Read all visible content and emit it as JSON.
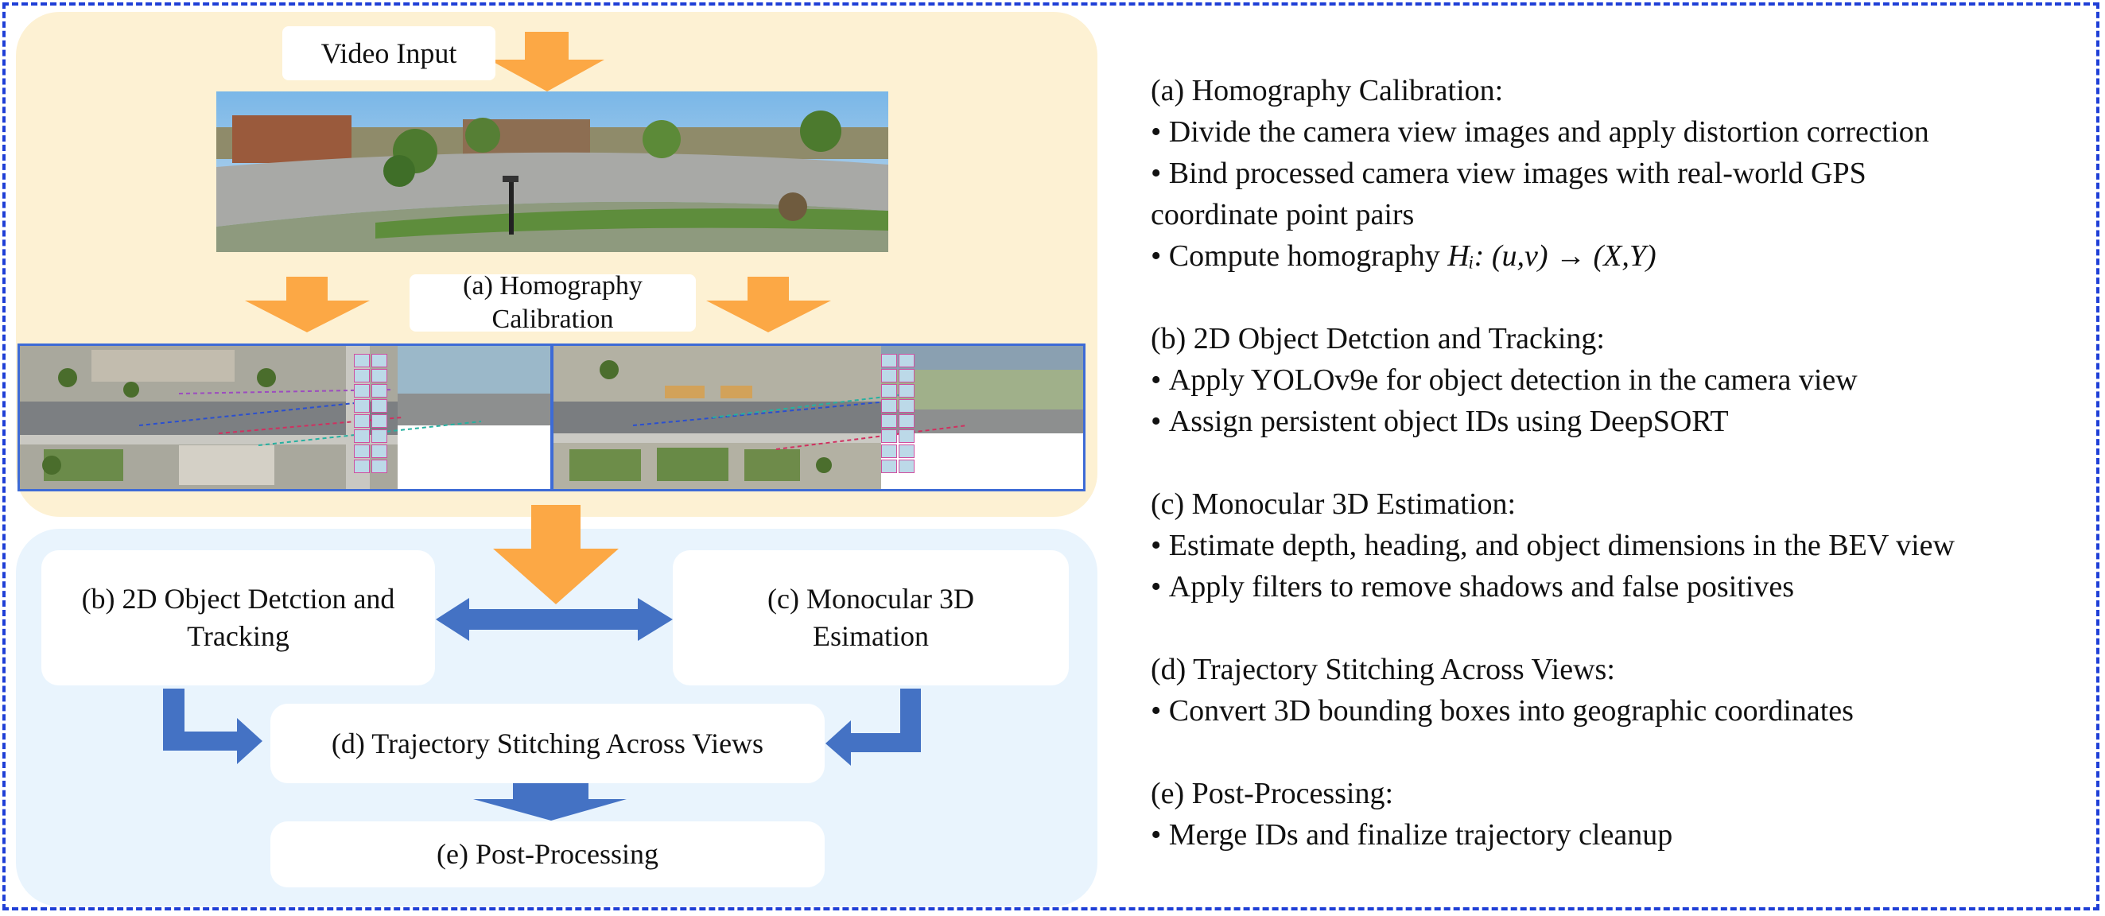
{
  "colors": {
    "frame": "#1f3fd6",
    "top_panel": "#fdf1d3",
    "bottom_panel": "#e9f4fd",
    "orange_arrow": "#fca845",
    "blue_arrow": "#4472c4"
  },
  "flow": {
    "video_input": "Video Input",
    "homography_line1": "(a) Homography",
    "homography_line2": "Calibration",
    "detection_line1": "(b) 2D Object Detction and",
    "detection_line2": "Tracking",
    "mono_line1": "(c) Monocular 3D",
    "mono_line2": "Esimation",
    "stitching": "(d) Trajectory Stitching Across Views",
    "post": "(e) Post-Processing"
  },
  "sections": [
    {
      "title": "(a) Homography Calibration:",
      "bullets": [
        "Divide the camera view images and apply distortion correction",
        "Bind processed camera view images with real-world GPS",
        "Compute homography"
      ],
      "continuation": "coordinate point pairs",
      "formula_symbol": "Hᵢ",
      "formula_rest": ": (u,v) → (X,Y)"
    },
    {
      "title": "(b) 2D Object Detction and Tracking:",
      "bullets": [
        "Apply YOLOv9e for object detection in the camera view",
        "Assign persistent object IDs using DeepSORT"
      ]
    },
    {
      "title": "(c) Monocular 3D Estimation:",
      "bullets": [
        "Estimate depth, heading, and object dimensions in the BEV view",
        "Apply filters to remove shadows and false positives"
      ]
    },
    {
      "title": "(d) Trajectory Stitching Across Views:",
      "bullets": [
        "Convert 3D bounding boxes into geographic coordinates"
      ]
    },
    {
      "title": "(e) Post-Processing:",
      "bullets": [
        "Merge IDs and finalize trajectory cleanup"
      ]
    }
  ],
  "bullet_glyph": "•"
}
